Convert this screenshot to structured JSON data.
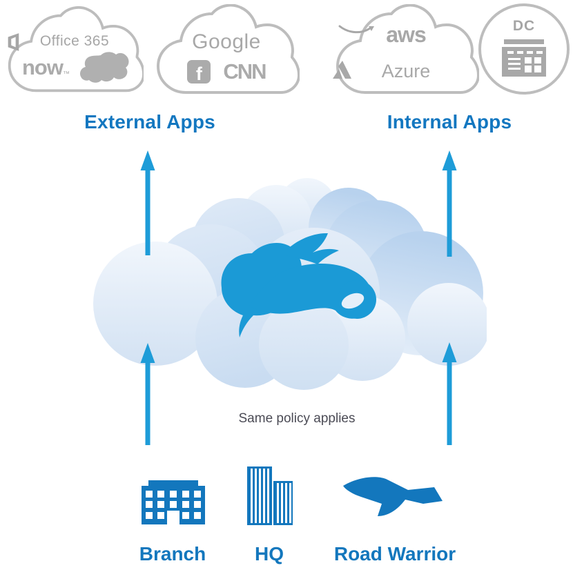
{
  "colors": {
    "gray_logo": "#ababab",
    "cloud_outline": "#bdbdbd",
    "blue_dark": "#1377bd",
    "blue_header": "#1377c0",
    "blue_arrow": "#1e9cd8",
    "blue_zscaler": "#1b9ad6",
    "caption_gray": "#4b4b55",
    "cloud_fill_light": "#e9f1fa",
    "cloud_fill_medium": "#cddff2"
  },
  "top": {
    "saas_cloud_1": {
      "office365": "Office 365",
      "servicenow": "now",
      "servicenow_tm": "™"
    },
    "saas_cloud_2": {
      "google": "Google",
      "facebook_letter": "f",
      "cnn": "CNN"
    },
    "iaas_cloud": {
      "aws": "aws",
      "azure": "Azure"
    },
    "dc": {
      "label": "DC"
    }
  },
  "labels": {
    "external_apps": "External Apps",
    "internal_apps": "Internal Apps",
    "caption": "Same policy applies"
  },
  "bottom": {
    "sources": [
      {
        "label": "Branch"
      },
      {
        "label": "HQ"
      },
      {
        "label": "Road Warrior"
      }
    ]
  }
}
